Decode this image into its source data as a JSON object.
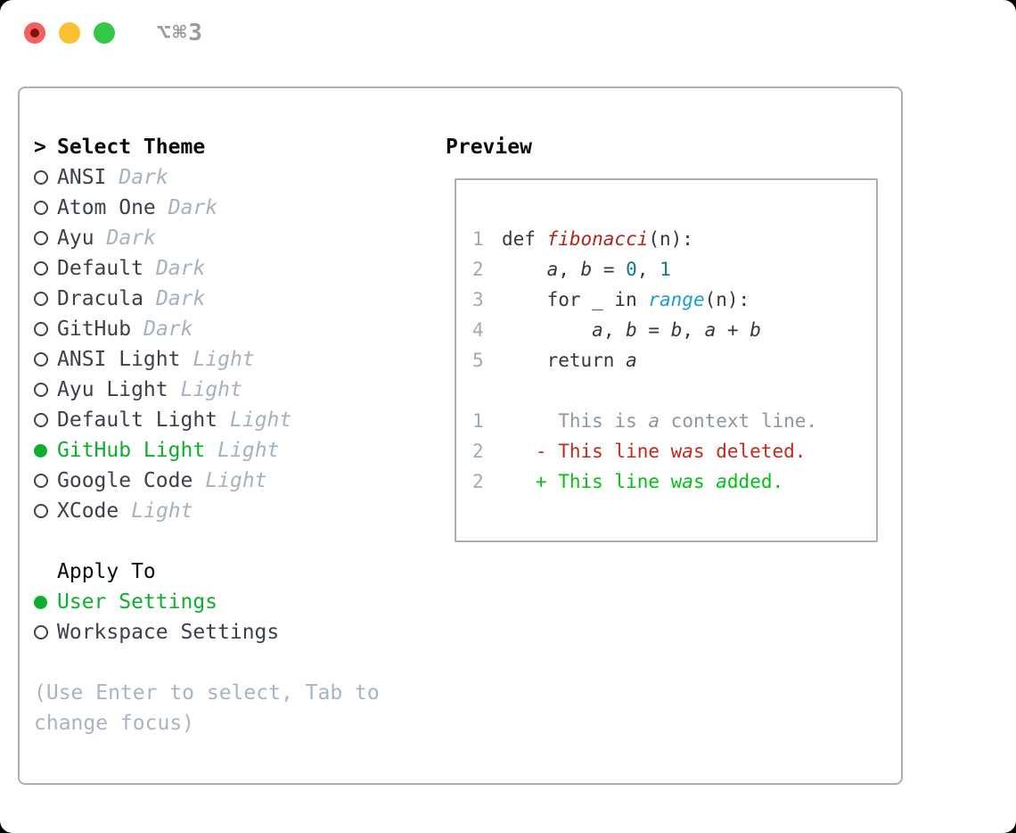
{
  "titlebar": {
    "shortcut": "⌥⌘3"
  },
  "left": {
    "header": {
      "marker": ">",
      "label": "Select Theme"
    },
    "themes": [
      {
        "name": "ANSI",
        "variant": "Dark",
        "selected": false
      },
      {
        "name": "Atom One",
        "variant": "Dark",
        "selected": false
      },
      {
        "name": "Ayu",
        "variant": "Dark",
        "selected": false
      },
      {
        "name": "Default",
        "variant": "Dark",
        "selected": false
      },
      {
        "name": "Dracula",
        "variant": "Dark",
        "selected": false
      },
      {
        "name": "GitHub",
        "variant": "Dark",
        "selected": false
      },
      {
        "name": "ANSI Light",
        "variant": "Light",
        "selected": false
      },
      {
        "name": "Ayu Light",
        "variant": "Light",
        "selected": false
      },
      {
        "name": "Default Light",
        "variant": "Light",
        "selected": false
      },
      {
        "name": "GitHub Light",
        "variant": "Light",
        "selected": true
      },
      {
        "name": "Google Code",
        "variant": "Light",
        "selected": false
      },
      {
        "name": "XCode",
        "variant": "Light",
        "selected": false
      }
    ],
    "apply_to": {
      "header": "Apply To",
      "options": [
        {
          "label": "User Settings",
          "selected": true
        },
        {
          "label": "Workspace Settings",
          "selected": false
        }
      ]
    },
    "hint_lines": [
      "(Use Enter to select, Tab to",
      "change focus)"
    ]
  },
  "preview": {
    "title": "Preview",
    "code_lines": [
      {
        "n": "1",
        "parts": [
          {
            "t": "def ",
            "c": "fg"
          },
          {
            "t": "fibonacci",
            "c": "red",
            "i": true
          },
          {
            "t": "(n):",
            "c": "fg"
          }
        ]
      },
      {
        "n": "2",
        "parts": [
          {
            "t": "    ",
            "c": "fg"
          },
          {
            "t": "a",
            "c": "fg",
            "i": true
          },
          {
            "t": ", ",
            "c": "fg"
          },
          {
            "t": "b",
            "c": "fg",
            "i": true
          },
          {
            "t": " = ",
            "c": "fg"
          },
          {
            "t": "0",
            "c": "teal"
          },
          {
            "t": ", ",
            "c": "fg"
          },
          {
            "t": "1",
            "c": "teal"
          }
        ]
      },
      {
        "n": "3",
        "parts": [
          {
            "t": "    for _ in ",
            "c": "fg"
          },
          {
            "t": "range",
            "c": "blue",
            "i": true
          },
          {
            "t": "(n):",
            "c": "fg"
          }
        ]
      },
      {
        "n": "4",
        "parts": [
          {
            "t": "        ",
            "c": "fg"
          },
          {
            "t": "a",
            "c": "fg",
            "i": true
          },
          {
            "t": ", ",
            "c": "fg"
          },
          {
            "t": "b",
            "c": "fg",
            "i": true
          },
          {
            "t": " = ",
            "c": "fg"
          },
          {
            "t": "b",
            "c": "fg",
            "i": true
          },
          {
            "t": ", ",
            "c": "fg"
          },
          {
            "t": "a",
            "c": "fg",
            "i": true
          },
          {
            "t": " + ",
            "c": "fg"
          },
          {
            "t": "b",
            "c": "fg",
            "i": true
          }
        ]
      },
      {
        "n": "5",
        "parts": [
          {
            "t": "    return ",
            "c": "fg"
          },
          {
            "t": "a",
            "c": "fg",
            "i": true
          }
        ]
      },
      {
        "n": "",
        "parts": []
      },
      {
        "n": "1",
        "parts": [
          {
            "t": "     This is ",
            "c": "ctx"
          },
          {
            "t": "a",
            "c": "ctx",
            "i": true
          },
          {
            "t": " context line.",
            "c": "ctx"
          }
        ]
      },
      {
        "n": "2",
        "parts": [
          {
            "t": "   - This line w",
            "c": "del"
          },
          {
            "t": "a",
            "c": "del",
            "i": true
          },
          {
            "t": "s deleted.",
            "c": "del"
          }
        ]
      },
      {
        "n": "2",
        "parts": [
          {
            "t": "   + This line w",
            "c": "add"
          },
          {
            "t": "a",
            "c": "add",
            "i": true
          },
          {
            "t": "s ",
            "c": "add"
          },
          {
            "t": "a",
            "c": "add",
            "i": true
          },
          {
            "t": "dded.",
            "c": "add"
          }
        ]
      }
    ]
  },
  "colors": {
    "selected_green": "#0fae2e",
    "added_green": "#02c112",
    "deleted_red": "#c5281c",
    "function_red": "#b3261e",
    "number_teal": "#0c7d79",
    "builtin_blue": "#1f9cd1",
    "code_fg": "#33383d",
    "line_number": "#a0aab4",
    "context_gray": "#8f979e",
    "label_gray": "#3c4148",
    "variant_dim": "#a8b2bd",
    "hint_gray": "#aab4bf",
    "border_gray": "#a7afb9",
    "header_black": "#0a0a0a",
    "ring_gray": "#3f454c",
    "traffic_red": "#f5615c",
    "traffic_red_dot": "#7d120f",
    "traffic_yellow": "#fbc12f",
    "traffic_green": "#34c748",
    "shortcut_gray": "#9b9b9b"
  }
}
